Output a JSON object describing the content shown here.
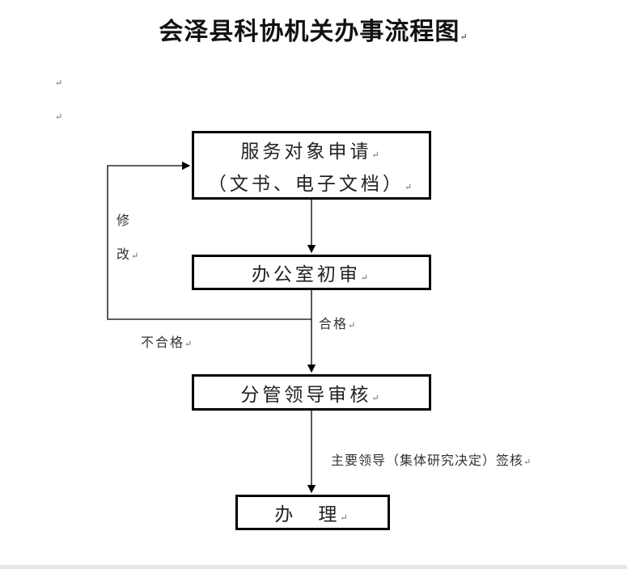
{
  "title": "会泽县科协机关办事流程图",
  "paragraph_mark": "↵",
  "boxes": {
    "apply_line1": "服务对象申请",
    "apply_line2": "（文书、电子文档）",
    "office_review": "办公室初审",
    "leader_review": "分管领导审核",
    "handle": "办　理"
  },
  "labels": {
    "modify_1": "修",
    "modify_2": "改",
    "qualified": "合格",
    "unqualified": "不合格",
    "main_leader": "主要领导（集体研究决定）签核"
  }
}
